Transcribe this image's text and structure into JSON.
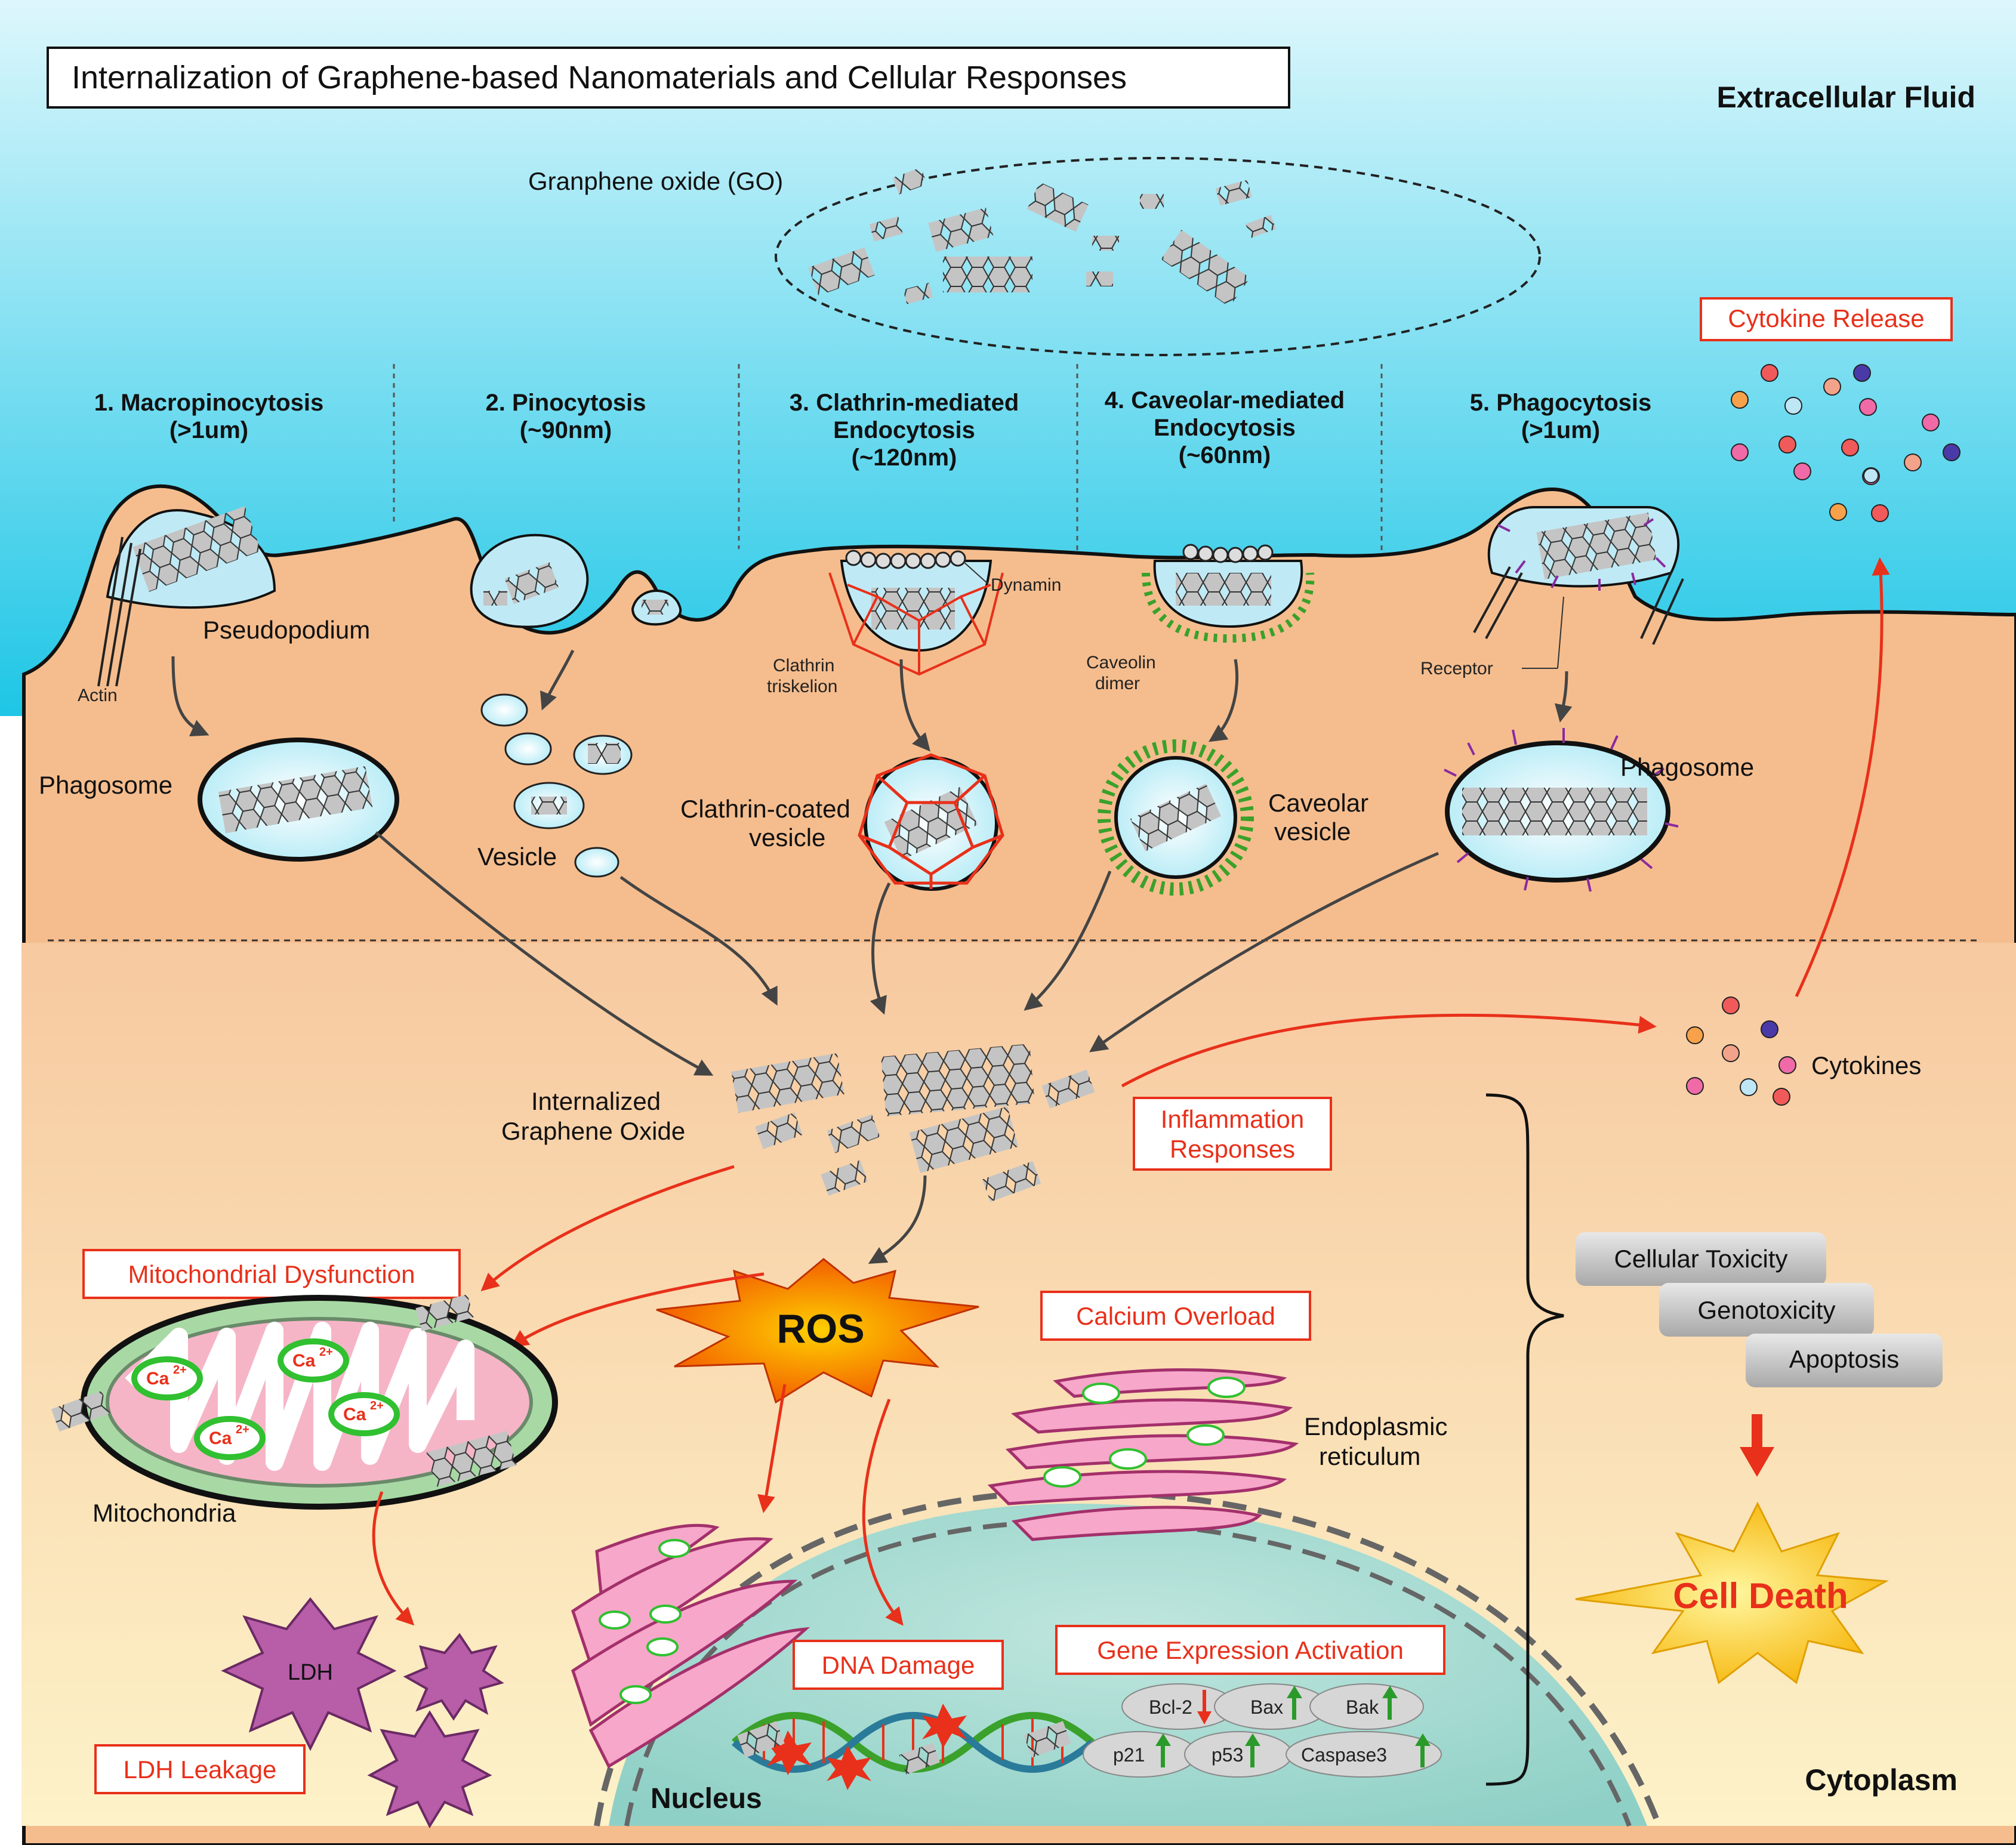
{
  "title": "Internalization of Graphene-based Nanomaterials and Cellular Responses",
  "regions": {
    "extracellular": "Extracellular Fluid",
    "cytoplasm": "Cytoplasm",
    "nucleus": "Nucleus"
  },
  "go_cloud_label": "Granphene oxide (GO)",
  "pathways": [
    {
      "name": "1. Macropinocytosis",
      "size": "(>1um)"
    },
    {
      "name": "2. Pinocytosis",
      "size": "(~90nm)"
    },
    {
      "name": "3. Clathrin-mediated",
      "name2": "Endocytosis",
      "size": "(~120nm)"
    },
    {
      "name": "4. Caveolar-mediated",
      "name2": "Endocytosis",
      "size": "(~60nm)"
    },
    {
      "name": "5. Phagocytosis",
      "size": "(>1um)"
    }
  ],
  "labels": {
    "pseudopodium": "Pseudopodium",
    "actin": "Actin",
    "phagosome_left": "Phagosome",
    "vesicle": "Vesicle",
    "dynamin": "Dynamin",
    "clathrin_triskelion_1": "Clathrin",
    "clathrin_triskelion_2": "triskelion",
    "clathrin_vesicle_1": "Clathrin-coated",
    "clathrin_vesicle_2": "vesicle",
    "caveolin_dimer_1": "Caveolin",
    "caveolin_dimer_2": "dimer",
    "caveolar_vesicle_1": "Caveolar",
    "caveolar_vesicle_2": "vesicle",
    "receptor": "Receptor",
    "phagosome_right": "Phagosome",
    "internalized_1": "Internalized",
    "internalized_2": "Graphene Oxide",
    "cytokines": "Cytokines",
    "mitochondria": "Mitochondria",
    "er_1": "Endoplasmic",
    "er_2": "reticulum",
    "ros": "ROS",
    "ldh": "LDH",
    "ca": "Ca",
    "ca_sup": "2+"
  },
  "red_boxes": {
    "cytokine_release": "Cytokine Release",
    "inflammation_1": "Inflammation",
    "inflammation_2": "Responses",
    "mito_dysfunction": "Mitochondrial Dysfunction",
    "calcium_overload": "Calcium Overload",
    "dna_damage": "DNA Damage",
    "gene_expression": "Gene Expression Activation",
    "ldh_leakage": "LDH Leakage"
  },
  "outcomes": {
    "toxicity": "Cellular Toxicity",
    "genotoxicity": "Genotoxicity",
    "apoptosis": "Apoptosis",
    "cell_death": "Cell Death"
  },
  "genes": [
    {
      "name": "Bcl-2",
      "dir": "down"
    },
    {
      "name": "Bax",
      "dir": "up"
    },
    {
      "name": "Bak",
      "dir": "up"
    },
    {
      "name": "p21",
      "dir": "up"
    },
    {
      "name": "p53",
      "dir": "up"
    },
    {
      "name": "Caspase3",
      "dir": "up"
    }
  ],
  "colors": {
    "extracellular_top": "#bfeef8",
    "extracellular_bottom": "#19c6e6",
    "membrane_fill": "#f5bd8e",
    "cytoplasm": "#fbe6b4",
    "red": "#e8301a",
    "nucleus": "#a9dcd2"
  }
}
